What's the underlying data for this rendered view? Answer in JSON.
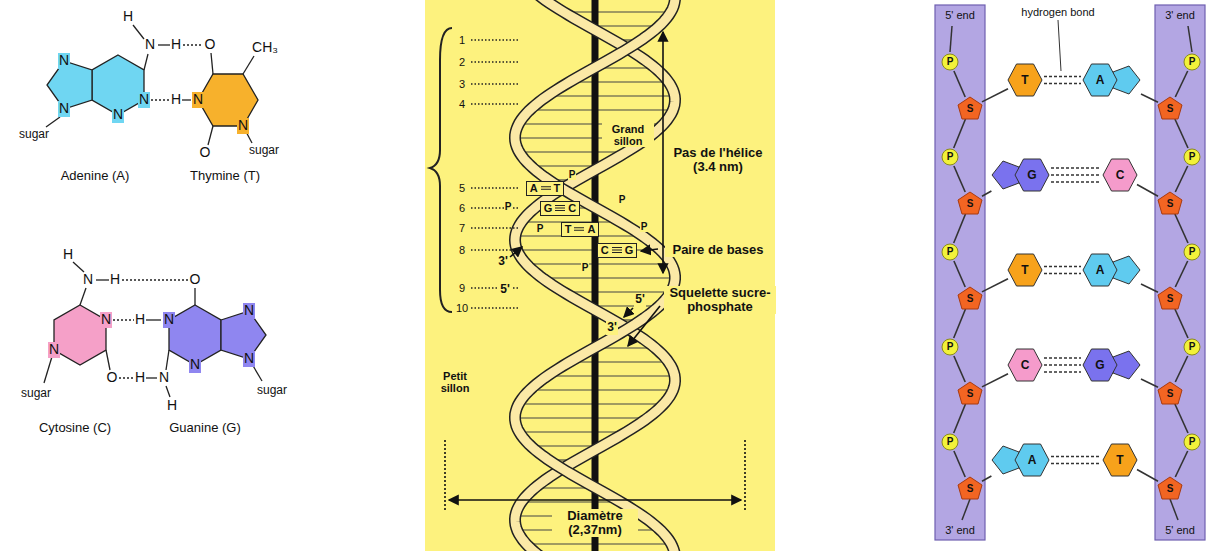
{
  "diagram": {
    "nodes": [
      {
        "text": [
          "A",
          "T"
        ]
      },
      {
        "text": [
          "G",
          "C"
        ]
      },
      {
        "text": [
          "T",
          "A"
        ]
      },
      {
        "text": [
          "C",
          "G"
        ]
      },
      {
        "text": [
          "5' end",
          "3' end"
        ]
      },
      {
        "text": [
          "P"
        ],
        "in": 4
      },
      {
        "text": [
          "S"
        ],
        "in": 4
      },
      {
        "text": [
          "P"
        ],
        "in": 4
      },
      {
        "text": [
          "S"
        ],
        "in": 4
      },
      {
        "text": [
          "P"
        ],
        "in": 4
      },
      {
        "text": [
          "S"
        ],
        "in": 4
      },
      {
        "text": [
          "P"
        ],
        "in": 4
      },
      {
        "text": [
          "S"
        ],
        "in": 4
      },
      {
        "text": [
          "P"
        ],
        "in": 4
      },
      {
        "text": [
          "S"
        ],
        "in": 4
      },
      {
        "text": [
          "3' end",
          "5' end"
        ]
      },
      {
        "text": [
          "P"
        ],
        "in": 15
      },
      {
        "text": [
          "S"
        ],
        "in": 15
      },
      {
        "text": [
          "P"
        ],
        "in": 15
      },
      {
        "text": [
          "S"
        ],
        "in": 15
      },
      {
        "text": [
          "P"
        ],
        "in": 15
      },
      {
        "text": [
          "S"
        ],
        "in": 15
      },
      {
        "text": [
          "P"
        ],
        "in": 15
      },
      {
        "text": [
          "S"
        ],
        "in": 15
      },
      {
        "text": [
          "P"
        ],
        "in": 15
      },
      {
        "text": [
          "S"
        ],
        "in": 15
      },
      {
        "text": [
          "T"
        ]
      },
      {
        "text": [
          "A"
        ]
      },
      {
        "text": [
          "G"
        ]
      },
      {
        "text": [
          "C"
        ]
      },
      {
        "text": [
          "T"
        ]
      },
      {
        "text": [
          "A"
        ]
      },
      {
        "text": [
          "C"
        ]
      },
      {
        "text": [
          "G"
        ]
      },
      {
        "text": [
          "A"
        ]
      },
      {
        "text": [
          "T"
        ]
      }
    ],
    "edges": [
      {
        "from": 5,
        "to": 6,
        "arrow": "none"
      },
      {
        "from": 6,
        "to": 7,
        "arrow": "none"
      },
      {
        "from": 7,
        "to": 8,
        "arrow": "none"
      },
      {
        "from": 8,
        "to": 9,
        "arrow": "none"
      },
      {
        "from": 9,
        "to": 10,
        "arrow": "none"
      },
      {
        "from": 10,
        "to": 11,
        "arrow": "none"
      },
      {
        "from": 11,
        "to": 12,
        "arrow": "none"
      },
      {
        "from": 12,
        "to": 13,
        "arrow": "none"
      },
      {
        "from": 13,
        "to": 14,
        "arrow": "none"
      },
      {
        "from": 16,
        "to": 17,
        "arrow": "none"
      },
      {
        "from": 17,
        "to": 18,
        "arrow": "none"
      },
      {
        "from": 18,
        "to": 19,
        "arrow": "none"
      },
      {
        "from": 19,
        "to": 20,
        "arrow": "none"
      },
      {
        "from": 20,
        "to": 21,
        "arrow": "none"
      },
      {
        "from": 21,
        "to": 22,
        "arrow": "none"
      },
      {
        "from": 22,
        "to": 23,
        "arrow": "none"
      },
      {
        "from": 23,
        "to": 24,
        "arrow": "none"
      },
      {
        "from": 24,
        "to": 25,
        "arrow": "none"
      },
      {
        "from": 6,
        "to": 26,
        "arrow": "none"
      },
      {
        "from": 17,
        "to": 27,
        "arrow": "none"
      },
      {
        "from": 8,
        "to": 28,
        "arrow": "none"
      },
      {
        "from": 19,
        "to": 29,
        "arrow": "none"
      },
      {
        "from": 10,
        "to": 30,
        "arrow": "none"
      },
      {
        "from": 21,
        "to": 31,
        "arrow": "none"
      },
      {
        "from": 12,
        "to": 32,
        "arrow": "none"
      },
      {
        "from": 23,
        "to": 33,
        "arrow": "none"
      },
      {
        "from": 14,
        "to": 34,
        "arrow": "none"
      },
      {
        "from": 25,
        "to": 35,
        "arrow": "none"
      },
      {
        "from": 26,
        "to": 27,
        "arrow": "none"
      },
      {
        "from": 26,
        "to": 27,
        "arrow": "none"
      },
      {
        "from": 28,
        "to": 29,
        "arrow": "none"
      },
      {
        "from": 28,
        "to": 29,
        "arrow": "none"
      },
      {
        "from": 28,
        "to": 29,
        "arrow": "none"
      },
      {
        "from": 30,
        "to": 31,
        "arrow": "none"
      },
      {
        "from": 30,
        "to": 31,
        "arrow": "none"
      },
      {
        "from": 32,
        "to": 33,
        "arrow": "none"
      },
      {
        "from": 32,
        "to": 33,
        "arrow": "none"
      },
      {
        "from": 32,
        "to": 33,
        "arrow": "none"
      },
      {
        "from": 34,
        "to": 35,
        "arrow": "none"
      },
      {
        "from": 34,
        "to": 35,
        "arrow": "none"
      }
    ],
    "labels": [
      "H",
      "N",
      "H",
      "O",
      "CH₃",
      "N",
      "N",
      "H",
      "N",
      "N",
      "N",
      "N",
      "sugar",
      "O",
      "sugar",
      "Adenine (A)",
      "Thymine (T)",
      "H",
      "N",
      "H",
      "O",
      "N",
      "N",
      "H",
      "N",
      "N",
      "N",
      "O",
      "H",
      "N",
      "sugar",
      "H",
      "sugar",
      "Cytosine (C)",
      "Guanine (G)",
      "N",
      "1",
      "2",
      "3",
      "4",
      "5",
      "6",
      "7",
      "8",
      "9",
      "10",
      "Grand sillon",
      "Pas de l'hélice (3.4 nm)",
      "Paire de bases",
      "Squelette sucre-phosphate",
      "Petit sillon",
      "Diamètre (2,37nm)",
      "3'",
      "5'",
      "5'",
      "3'",
      "P",
      "P",
      "P",
      "P",
      "P",
      "P",
      "hydrogen bond"
    ]
  }
}
